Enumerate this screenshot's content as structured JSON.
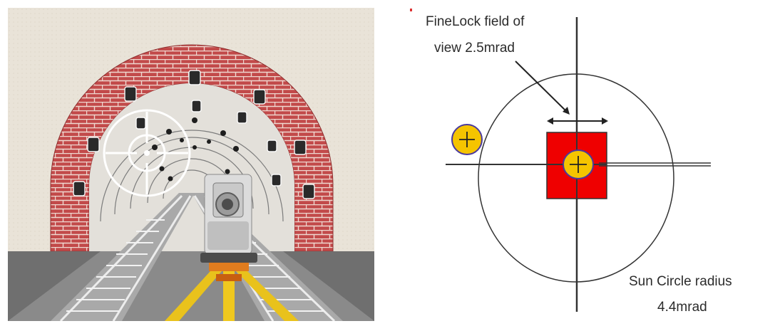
{
  "left_illustration": {
    "scene": "tunnel monitoring with prisms and total station"
  },
  "right_diagram": {
    "finelock_label_line1": "FineLock field of",
    "finelock_label_line2": "view 2.5mrad",
    "sun_label_line1": "Sun Circle radius",
    "sun_label_line2": "4.4mrad",
    "colors": {
      "square": "#ef0000",
      "sun": "#f5c400",
      "sun_outline": "#4a3a9e",
      "lines": "#333333"
    }
  }
}
